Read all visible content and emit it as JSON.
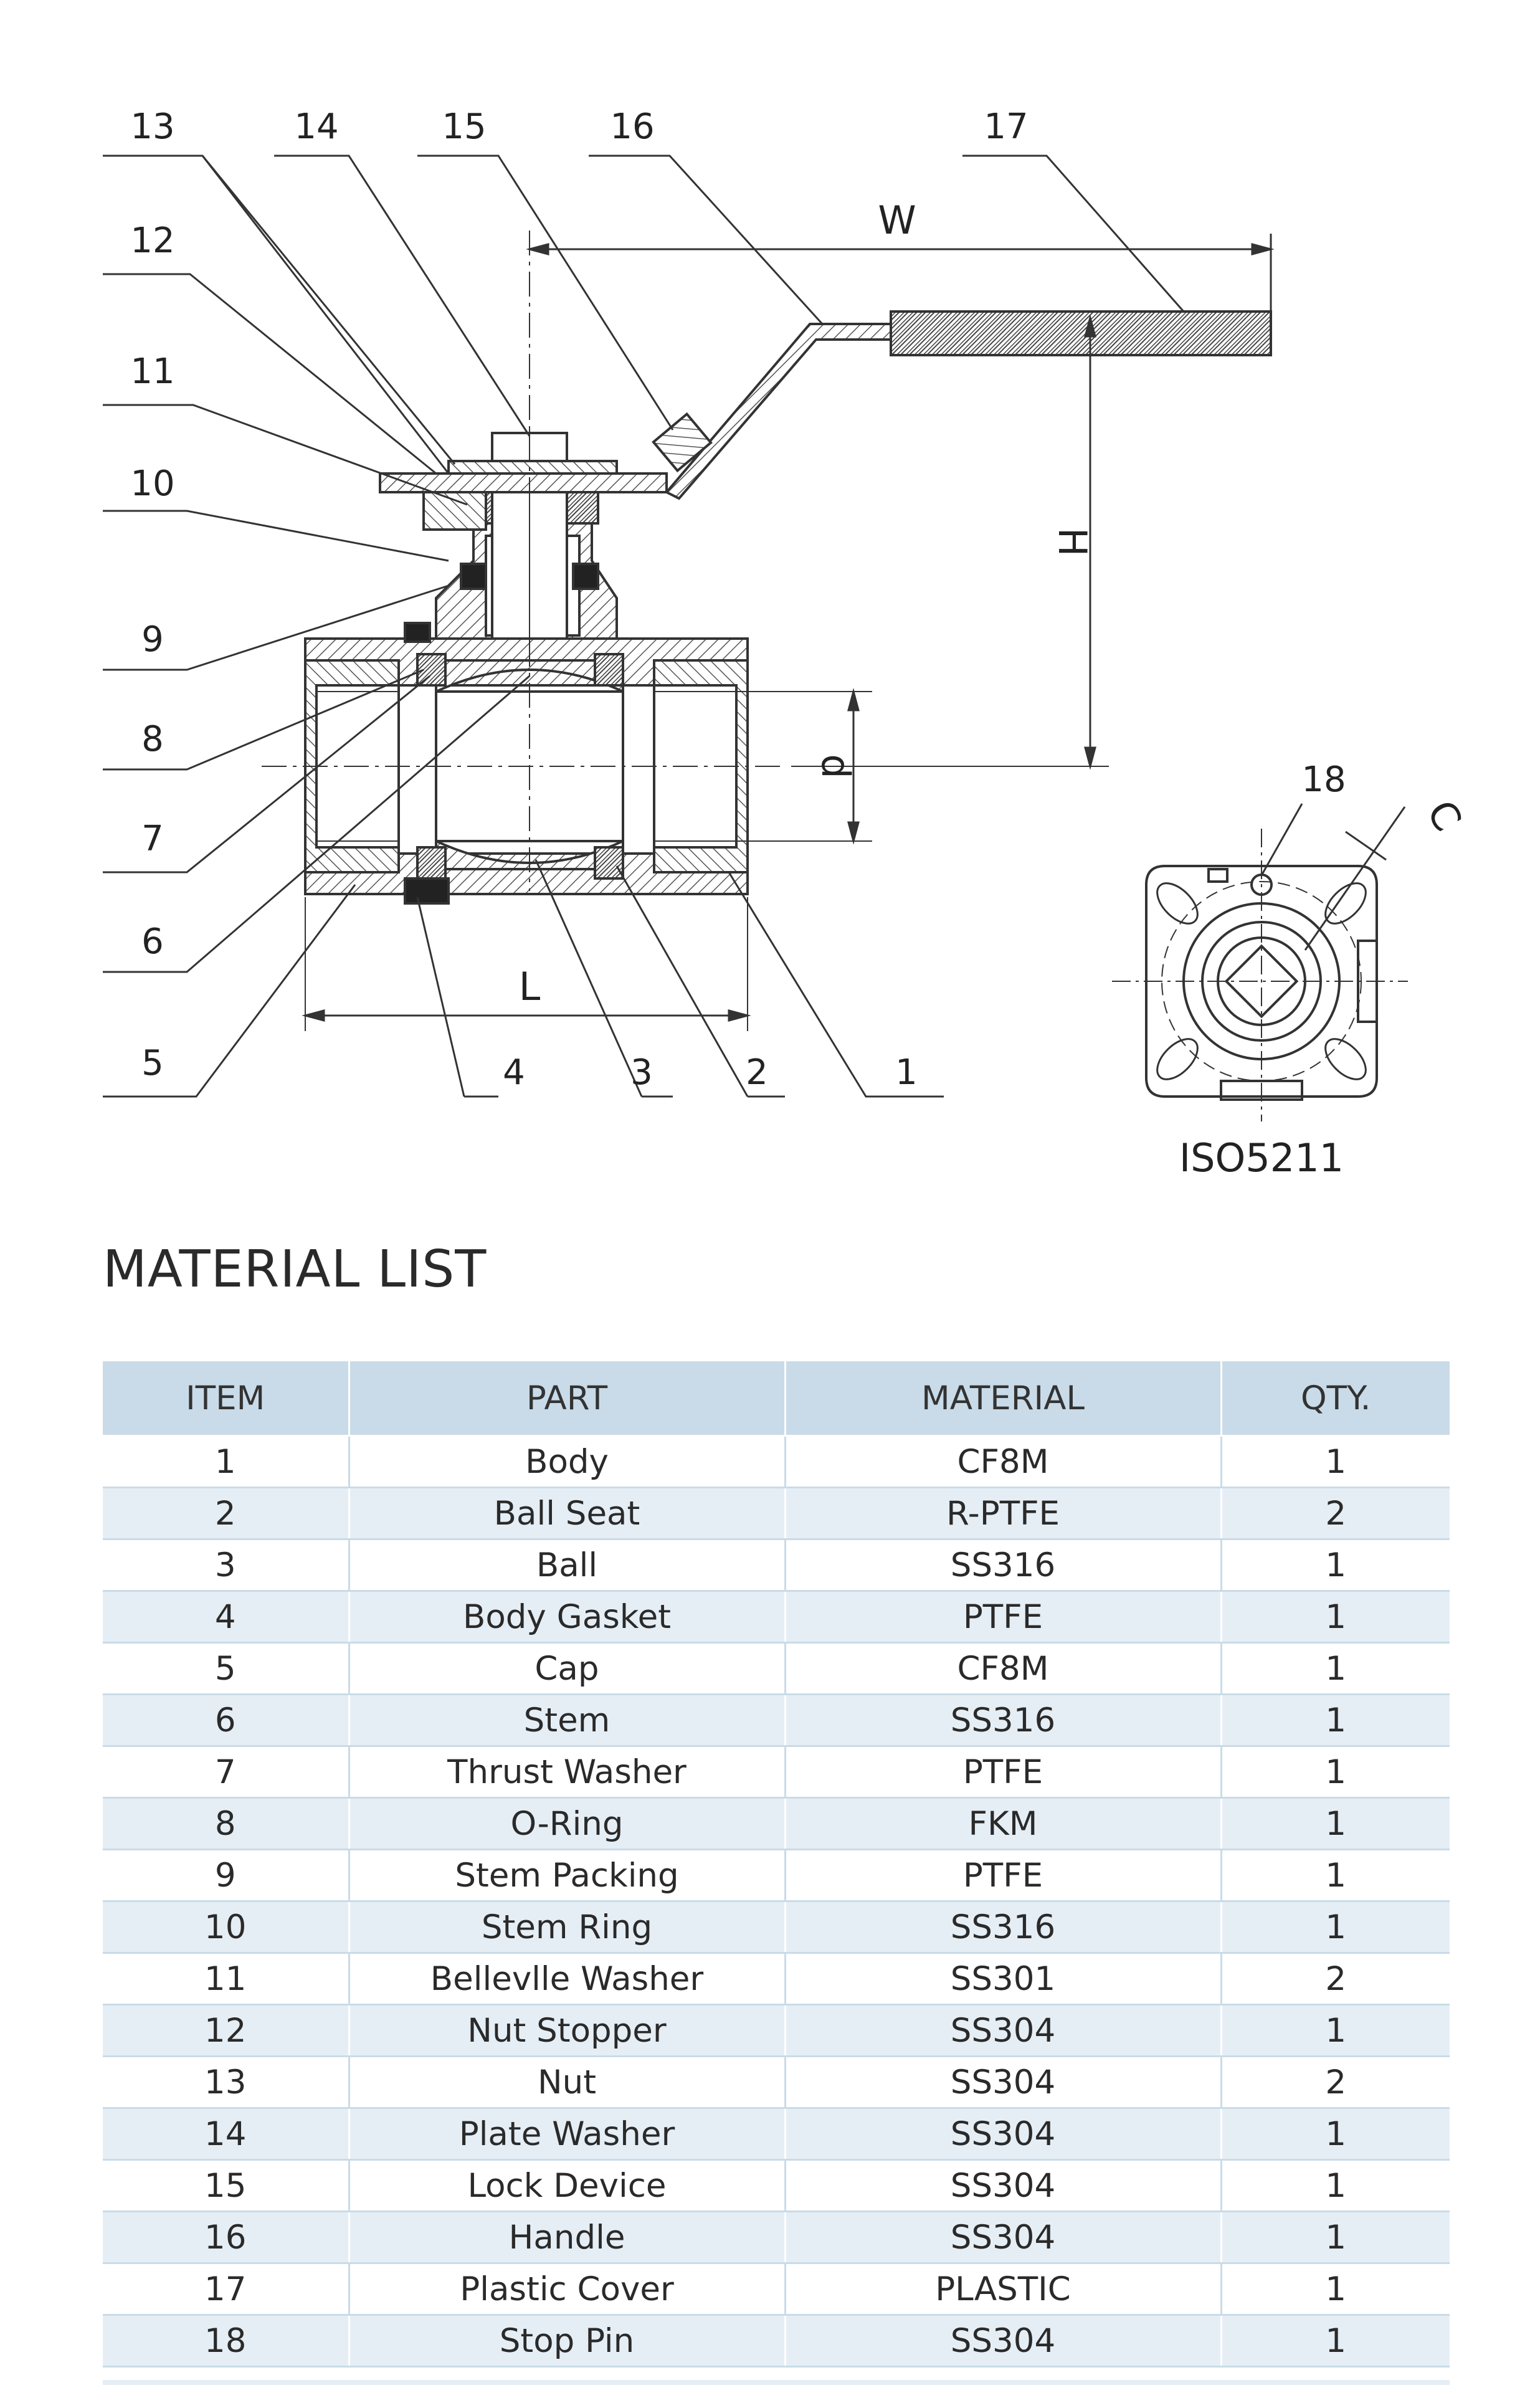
{
  "drawing": {
    "callouts": [
      "1",
      "2",
      "3",
      "4",
      "5",
      "6",
      "7",
      "8",
      "9",
      "10",
      "11",
      "12",
      "13",
      "14",
      "15",
      "16",
      "17",
      "18"
    ],
    "dimensions": {
      "width": "W",
      "height": "H",
      "bore": "d",
      "length": "L",
      "flange": "C"
    },
    "top_view_label": "ISO5211"
  },
  "material_list": {
    "title": "MATERIAL LIST",
    "columns": [
      "ITEM",
      "PART",
      "MATERIAL",
      "QTY."
    ],
    "rows": [
      [
        "1",
        "Body",
        "CF8M",
        "1"
      ],
      [
        "2",
        "Ball Seat",
        "R-PTFE",
        "2"
      ],
      [
        "3",
        "Ball",
        "SS316",
        "1"
      ],
      [
        "4",
        "Body Gasket",
        "PTFE",
        "1"
      ],
      [
        "5",
        "Cap",
        "CF8M",
        "1"
      ],
      [
        "6",
        "Stem",
        "SS316",
        "1"
      ],
      [
        "7",
        "Thrust Washer",
        "PTFE",
        "1"
      ],
      [
        "8",
        "O-Ring",
        "FKM",
        "1"
      ],
      [
        "9",
        "Stem Packing",
        "PTFE",
        "1"
      ],
      [
        "10",
        "Stem Ring",
        "SS316",
        "1"
      ],
      [
        "11",
        "Bellevlle Washer",
        "SS301",
        "2"
      ],
      [
        "12",
        "Nut Stopper",
        "SS304",
        "1"
      ],
      [
        "13",
        "Nut",
        "SS304",
        "2"
      ],
      [
        "14",
        "Plate Washer",
        "SS304",
        "1"
      ],
      [
        "15",
        "Lock Device",
        "SS304",
        "1"
      ],
      [
        "16",
        "Handle",
        "SS304",
        "1"
      ],
      [
        "17",
        "Plastic Cover",
        "PLASTIC",
        "1"
      ],
      [
        "18",
        "Stop Pin",
        "SS304",
        "1"
      ]
    ]
  }
}
